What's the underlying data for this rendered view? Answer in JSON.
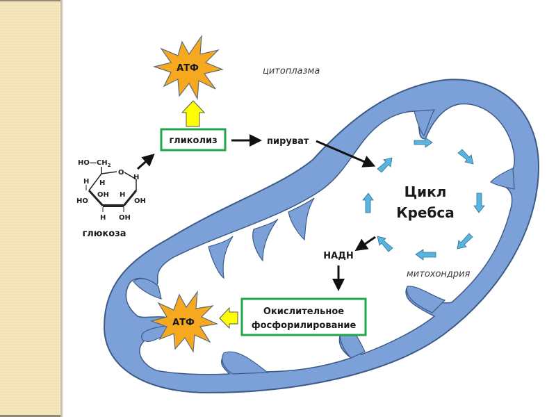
{
  "diagram": {
    "title": "Клеточное дыхание",
    "labels": {
      "atp_top": "АТФ",
      "atp_bottom": "АТФ",
      "cytoplasm": "цитоплазма",
      "glycolysis": "гликолиз",
      "pyruvate": "пируват",
      "krebs_line1": "Цикл",
      "krebs_line2": "Кребса",
      "nadh": "НАДН",
      "mitochondria": "митохондрия",
      "oxphos_line1": "Окислительное",
      "oxphos_line2": "фосфорилирование",
      "glucose": "глюкоза"
    },
    "glucose_structure": {
      "ho_ch2": "HO—CH",
      "ch2_sub": "2",
      "ring_o": "O",
      "atoms": {
        "h_left_top": "H",
        "h_c4": "H",
        "h_c1": "H",
        "ho_c4": "HO",
        "oh_c3": "OH",
        "h_c2": "H",
        "oh_c1": "OH",
        "h_c3": "H",
        "oh_c2": "OH"
      }
    },
    "colors": {
      "side_strip": "#f2e2b6",
      "mitochondria_fill": "#7ba1d8",
      "mitochondria_outline": "#3d5a86",
      "krebs_arrow": "#5ab4e0",
      "atp_star": "#f6a91f",
      "process_box_border": "#22a64a",
      "yellow_arrow": "#ffff00"
    }
  }
}
